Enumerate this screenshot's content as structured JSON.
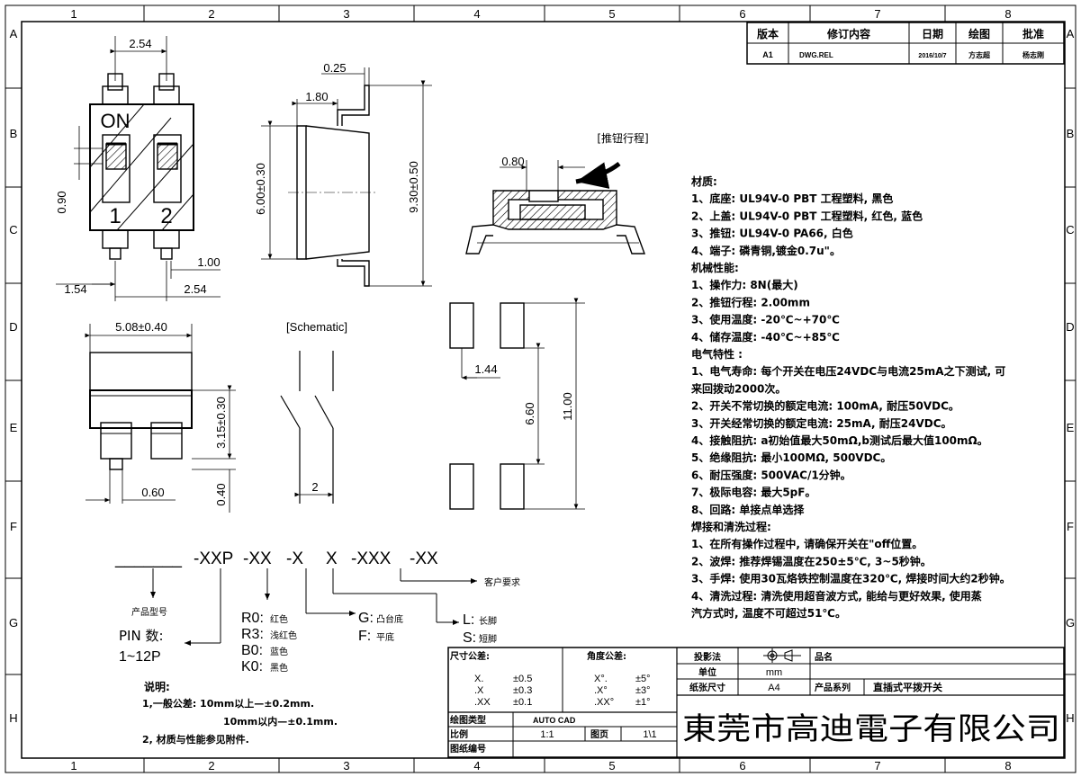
{
  "border": {
    "columns": [
      "1",
      "2",
      "3",
      "4",
      "5",
      "6",
      "7",
      "8"
    ],
    "rows": [
      "A",
      "B",
      "C",
      "D",
      "E",
      "F",
      "G",
      "H"
    ]
  },
  "revision_table": {
    "headers": [
      "版本",
      "修订内容",
      "日期",
      "绘图",
      "批准"
    ],
    "row": [
      "A1",
      "DWG.REL",
      "2016/10/7",
      "方志超",
      "杨志刚"
    ]
  },
  "views": {
    "top": {
      "on_label": "ON",
      "slot_labels": [
        "1",
        "2"
      ],
      "dims": {
        "pitch": "2.54",
        "height": "0.90",
        "pin_gap": "1.00",
        "left_offset": "1.54",
        "bottom_pitch": "2.54"
      }
    },
    "side": {
      "dims": {
        "thickness": "0.25",
        "lead": "1.80",
        "body_height": "6.00±0.30",
        "total_height": "9.30±0.50"
      }
    },
    "section": {
      "caption": "[推钮行程]",
      "dim": "0.80"
    },
    "front": {
      "dims": {
        "width": "5.08±0.40",
        "height": "3.15±0.30",
        "standoff": "0.40",
        "lead_width": "0.60"
      }
    },
    "schematic": {
      "caption": "[Schematic]",
      "dim": "2"
    },
    "pcb": {
      "dims": {
        "pad_width": "1.44",
        "inner": "6.60",
        "outer": "11.00"
      }
    }
  },
  "part_number": {
    "code": [
      "_______",
      "-XXP",
      "-XX",
      "-X",
      "X",
      "-XXX",
      "-XX"
    ],
    "product_model": "产品型号",
    "pin_label": "PIN 数:",
    "pin_range": "1~12P",
    "colors": [
      {
        "code": "R0:",
        "name": "红色"
      },
      {
        "code": "R3:",
        "name": "浅红色"
      },
      {
        "code": "B0:",
        "name": "蓝色"
      },
      {
        "code": "K0:",
        "name": "黑色"
      }
    ],
    "bases": [
      {
        "code": "G:",
        "name": "凸台底"
      },
      {
        "code": "F:",
        "name": "平底"
      }
    ],
    "pins": [
      {
        "code": "L:",
        "name": "长脚"
      },
      {
        "code": "S:",
        "name": "短脚"
      }
    ],
    "customer": "客户要求"
  },
  "notes": {
    "title": "说明:",
    "items": [
      "1,一般公差: 10mm以上—±0.2mm.",
      "10mm以内—±0.1mm.",
      "2, 材质与性能参见附件."
    ]
  },
  "specs": {
    "sections": [
      {
        "title": "材质:",
        "items": [
          "1、底座: UL94V-0 PBT 工程塑料, 黑色",
          "2、上盖: UL94V-0 PBT 工程塑料, 红色, 蓝色",
          "3、推钮: UL94V-0 PA66, 白色",
          "4、端子: 磷青铜,镀金0.7u\"。"
        ]
      },
      {
        "title": "机械性能:",
        "items": [
          "1、操作力: 8N(最大)",
          "2、推钮行程: 2.00mm",
          "3、使用温度: -20℃~+70℃",
          "4、储存温度: -40℃~+85℃"
        ]
      },
      {
        "title": "电气特性 :",
        "items": [
          "1、电气寿命: 每个开关在电压24VDC与电流25mA之下测试, 可",
          "    来回拨动2000次。",
          "2、开关不常切换的额定电流: 100mA, 耐压50VDC。",
          "3、开关经常切换的额定电流: 25mA, 耐压24VDC。",
          "4、接触阻抗: a初始值最大50mΩ,b测试后最大值100mΩ。",
          "5、绝缘阻抗: 最小100MΩ, 500VDC。",
          "6、耐压强度: 500VAC/1分钟。",
          "7、极际电容: 最大5pF。",
          "8、回路: 单接点单选择"
        ]
      },
      {
        "title": "焊接和清洗过程:",
        "items": [
          "1、在所有操作过程中, 请确保开关在\"off位置。",
          "2、波焊: 推荐焊锡温度在250±5℃, 3~5秒钟。",
          "3、手焊: 使用30瓦烙铁控制温度在320℃, 焊接时间大约2秒钟。",
          "4、清洗过程: 清洗使用超音波方式, 能给与更好效果, 使用蒸",
          "    汽方式时, 温度不可超过51℃。"
        ]
      }
    ]
  },
  "title_block": {
    "dim_tol_title": "尺寸公差:",
    "angle_tol_title": "角度公差:",
    "dim_tols": [
      [
        "X.",
        "±0.5"
      ],
      [
        ".X",
        "±0.3"
      ],
      [
        ".XX",
        "±0.1"
      ]
    ],
    "angle_tols": [
      [
        "X°.",
        "±5°"
      ],
      [
        ".X°",
        "±3°"
      ],
      [
        ".XX°",
        "±1°"
      ]
    ],
    "projection_label": "投影法",
    "unit_label": "单位",
    "unit_value": "mm",
    "paper_label": "纸张尺寸",
    "paper_value": "A4",
    "series_label": "产品系列",
    "series_value": "直插式平拨开关",
    "name_label": "品名",
    "software_label": "绘图类型",
    "software_value": "AUTO CAD",
    "scale_label": "比例",
    "scale_value": "1:1",
    "page_label": "图页",
    "page_value": "1\\1",
    "drawing_no_label": "图纸编号",
    "company": "東莞市高迪電子有限公司"
  }
}
